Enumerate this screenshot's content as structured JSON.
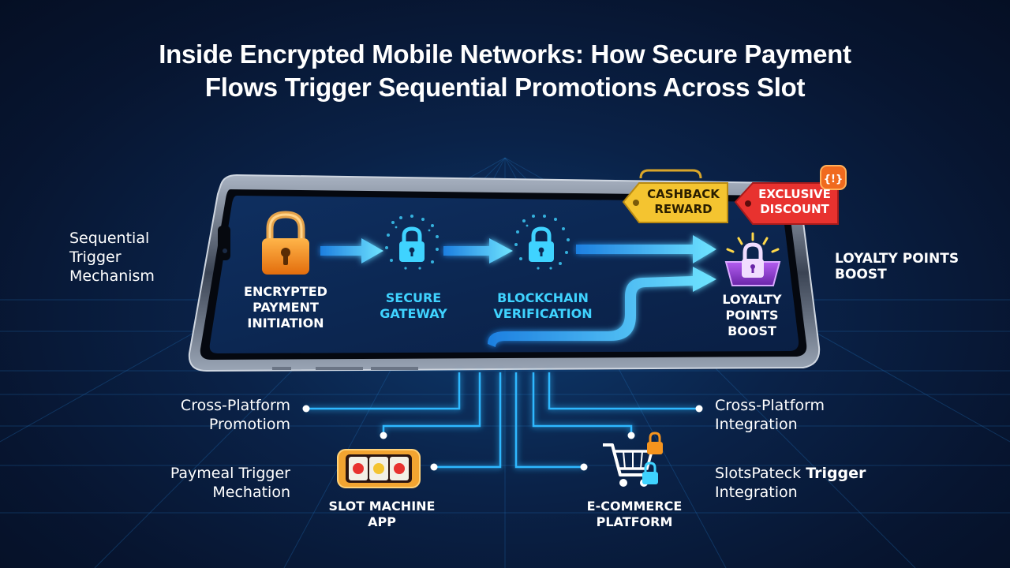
{
  "title": {
    "line1": "Inside Encrypted Mobile Networks: How Secure Payment",
    "line2": "Flows Trigger Sequential Promotions Across Slot"
  },
  "left_labels": {
    "sequential": [
      "Sequential",
      "Trigger",
      "Mechanism"
    ],
    "cross_platform": [
      "Cross-Platform",
      "Promotiom"
    ],
    "paymeal": [
      "Paymeal Trigger",
      "Mechation"
    ]
  },
  "right_labels": {
    "loyalty": [
      "LOYALTY POINTS",
      "BOOST"
    ],
    "cross_platform": [
      "Cross-Platform",
      "Integration"
    ],
    "slots_trigger_a": "SlotsPateck",
    "slots_trigger_b": "Trigger",
    "slots_trigger_c": "Integration"
  },
  "steps": [
    {
      "label": [
        "ENCRYPTED",
        "PAYMENT",
        "INITIATION"
      ],
      "icon": "padlock-icon",
      "color": "#ffffff"
    },
    {
      "label": [
        "SECURE",
        "GATEWAY"
      ],
      "icon": "lock-shield-icon",
      "color": "#3fd3ff"
    },
    {
      "label": [
        "BLOCKCHAIN",
        "VERIFICATION"
      ],
      "icon": "blockchain-lock-icon",
      "color": "#3fd3ff"
    },
    {
      "label": [
        "LOYALTY",
        "POINTS",
        "BOOST"
      ],
      "icon": "basket-lock-icon",
      "color": "#ffffff"
    }
  ],
  "tags": {
    "cashback": [
      "CASHBACK",
      "REWARD"
    ],
    "discount": [
      "EXCLUSIVE",
      "DISCOUNT"
    ]
  },
  "endpoints": {
    "slot": [
      "SLOT MACHINE",
      "APP"
    ],
    "ecommerce": [
      "E-COMMERCE",
      "PLATFORM"
    ]
  },
  "colors": {
    "accent": "#2fb8ff",
    "lock_orange": "#f5941e",
    "tag_yellow": "#f4c430",
    "tag_red": "#e8322f",
    "purple": "#8a3ec9"
  }
}
